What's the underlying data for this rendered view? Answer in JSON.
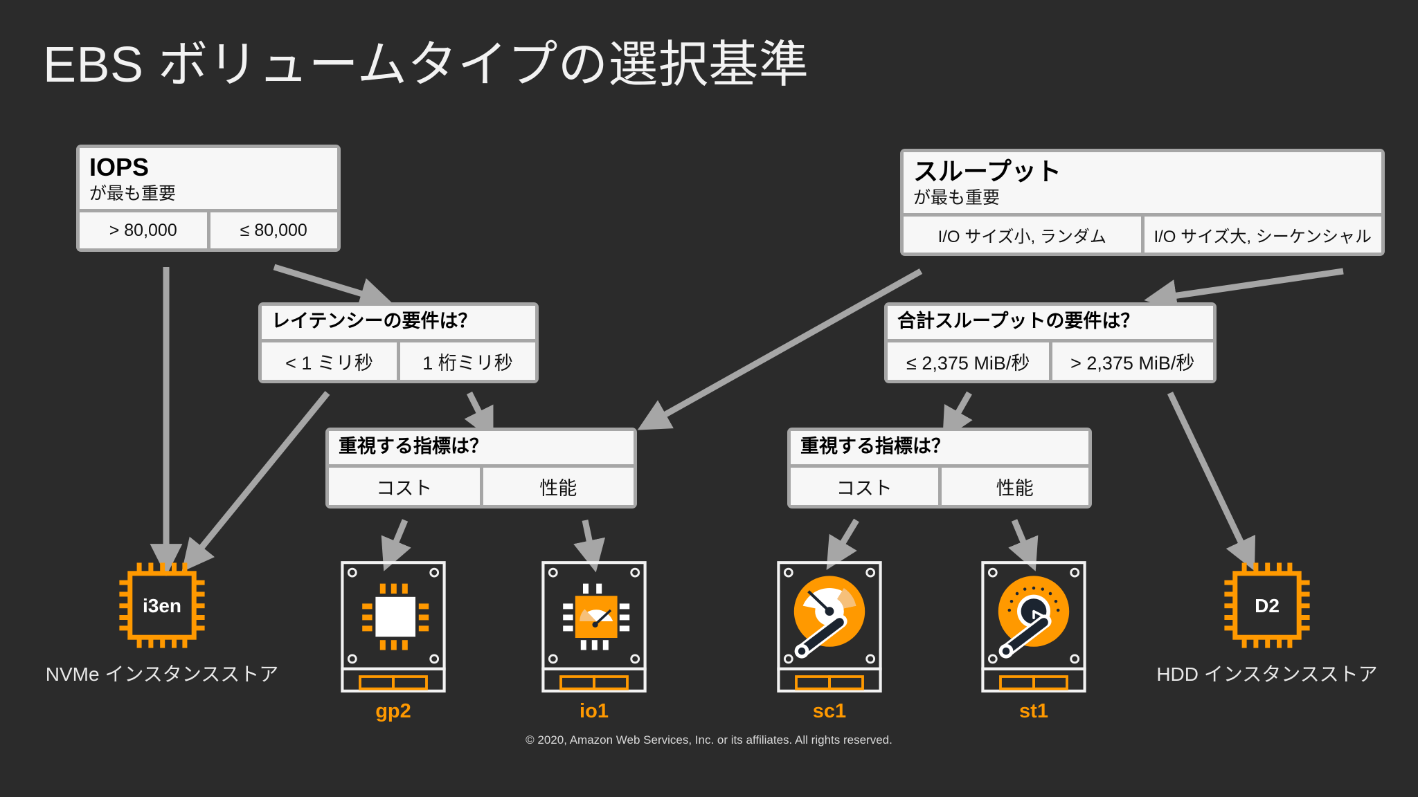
{
  "title": "EBS ボリュームタイプの選択基準",
  "colors": {
    "background": "#2b2b2b",
    "accent_orange": "#ff9900",
    "card_border": "#a6a6a6",
    "card_fill": "#f7f7f7",
    "arrow": "#a6a6a6",
    "title_text": "#f2f2f2"
  },
  "cards": {
    "iops": {
      "title": "IOPS",
      "subtitle": "が最も重要",
      "options": [
        "> 80,000",
        "≤ 80,000"
      ]
    },
    "throughput": {
      "title": "スループット",
      "subtitle": "が最も重要",
      "options": [
        "I/O サイズ小, ランダム",
        "I/O サイズ大, シーケンシャル"
      ]
    },
    "latency": {
      "title": "レイテンシーの要件は？",
      "options": [
        "< 1 ミリ秒",
        "1 桁ミリ秒"
      ]
    },
    "total_throughput": {
      "title": "合計スループットの要件は？",
      "options": [
        "≤ 2,375 MiB/秒",
        "> 2,375 MiB/秒"
      ]
    },
    "metric_left": {
      "title": "重視する指標は？",
      "options": [
        "コスト",
        "性能"
      ]
    },
    "metric_right": {
      "title": "重視する指標は？",
      "options": [
        "コスト",
        "性能"
      ]
    }
  },
  "leaves": {
    "i3en": {
      "chip_label": "i3en",
      "caption": "NVMe インスタンスストア"
    },
    "gp2": {
      "caption": "gp2"
    },
    "io1": {
      "caption": "io1"
    },
    "sc1": {
      "caption": "sc1"
    },
    "st1": {
      "caption": "st1"
    },
    "d2": {
      "chip_label": "D2",
      "caption": "HDD インスタンスストア"
    }
  },
  "footer": "© 2020, Amazon Web Services, Inc. or its affiliates. All rights reserved."
}
